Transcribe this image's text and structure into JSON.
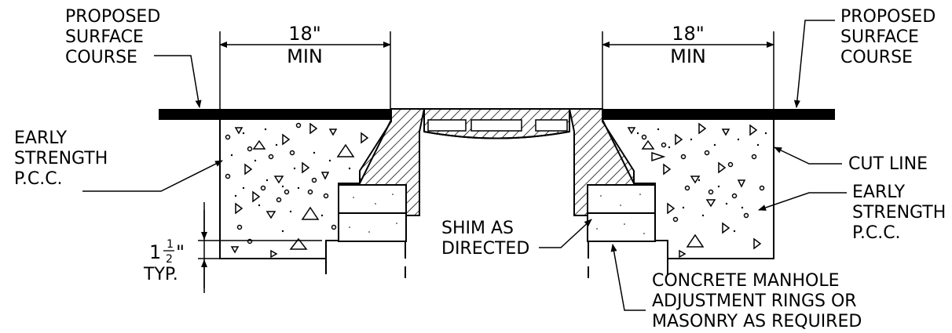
{
  "labels": {
    "proposed_left": [
      "PROPOSED",
      "SURFACE",
      "COURSE"
    ],
    "proposed_right": [
      "PROPOSED",
      "SURFACE",
      "COURSE"
    ],
    "dim_left": [
      "18\"",
      "MIN"
    ],
    "dim_right": [
      "18\"",
      "MIN"
    ],
    "early_left": [
      "EARLY",
      "STRENGTH",
      "P.C.C."
    ],
    "early_right": [
      "EARLY",
      "STRENGTH",
      "P.C.C."
    ],
    "cut_line": "CUT LINE",
    "shim": [
      "SHIM AS",
      "DIRECTED"
    ],
    "rings": [
      "CONCRETE MANHOLE",
      "ADJUSTMENT RINGS OR",
      "MASONRY AS REQUIRED"
    ],
    "typ_dim": {
      "whole": "1",
      "num": "1",
      "den": "2",
      "inch": "\"",
      "typ": "TYP."
    }
  }
}
